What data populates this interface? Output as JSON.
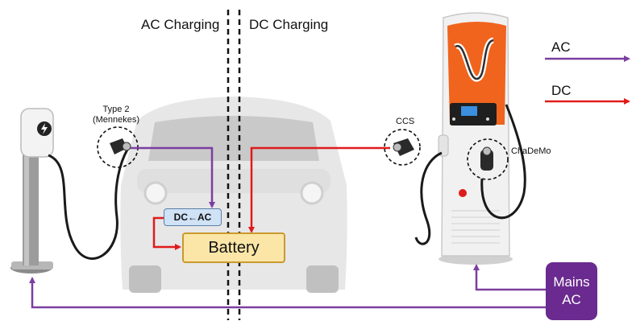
{
  "headers": {
    "ac_side": "AC Charging",
    "dc_side": "DC Charging"
  },
  "connectors": {
    "type2_line1": "Type 2",
    "type2_line2": "(Mennekes)",
    "ccs": "CCS",
    "chademo": "ChaDeMo"
  },
  "car": {
    "battery": "Battery",
    "converter": "DC←AC"
  },
  "legend": {
    "ac": "AC",
    "dc": "DC"
  },
  "mains": {
    "line1": "Mains",
    "line2": "AC"
  },
  "colors": {
    "ac_line": "#7b3fa0",
    "dc_line": "#e01b1b",
    "mains_box": "#6a2a8f",
    "battery_fill": "#fbe6a8",
    "converter_fill": "#cfe2f6",
    "charger_orange": "#f0641e"
  }
}
